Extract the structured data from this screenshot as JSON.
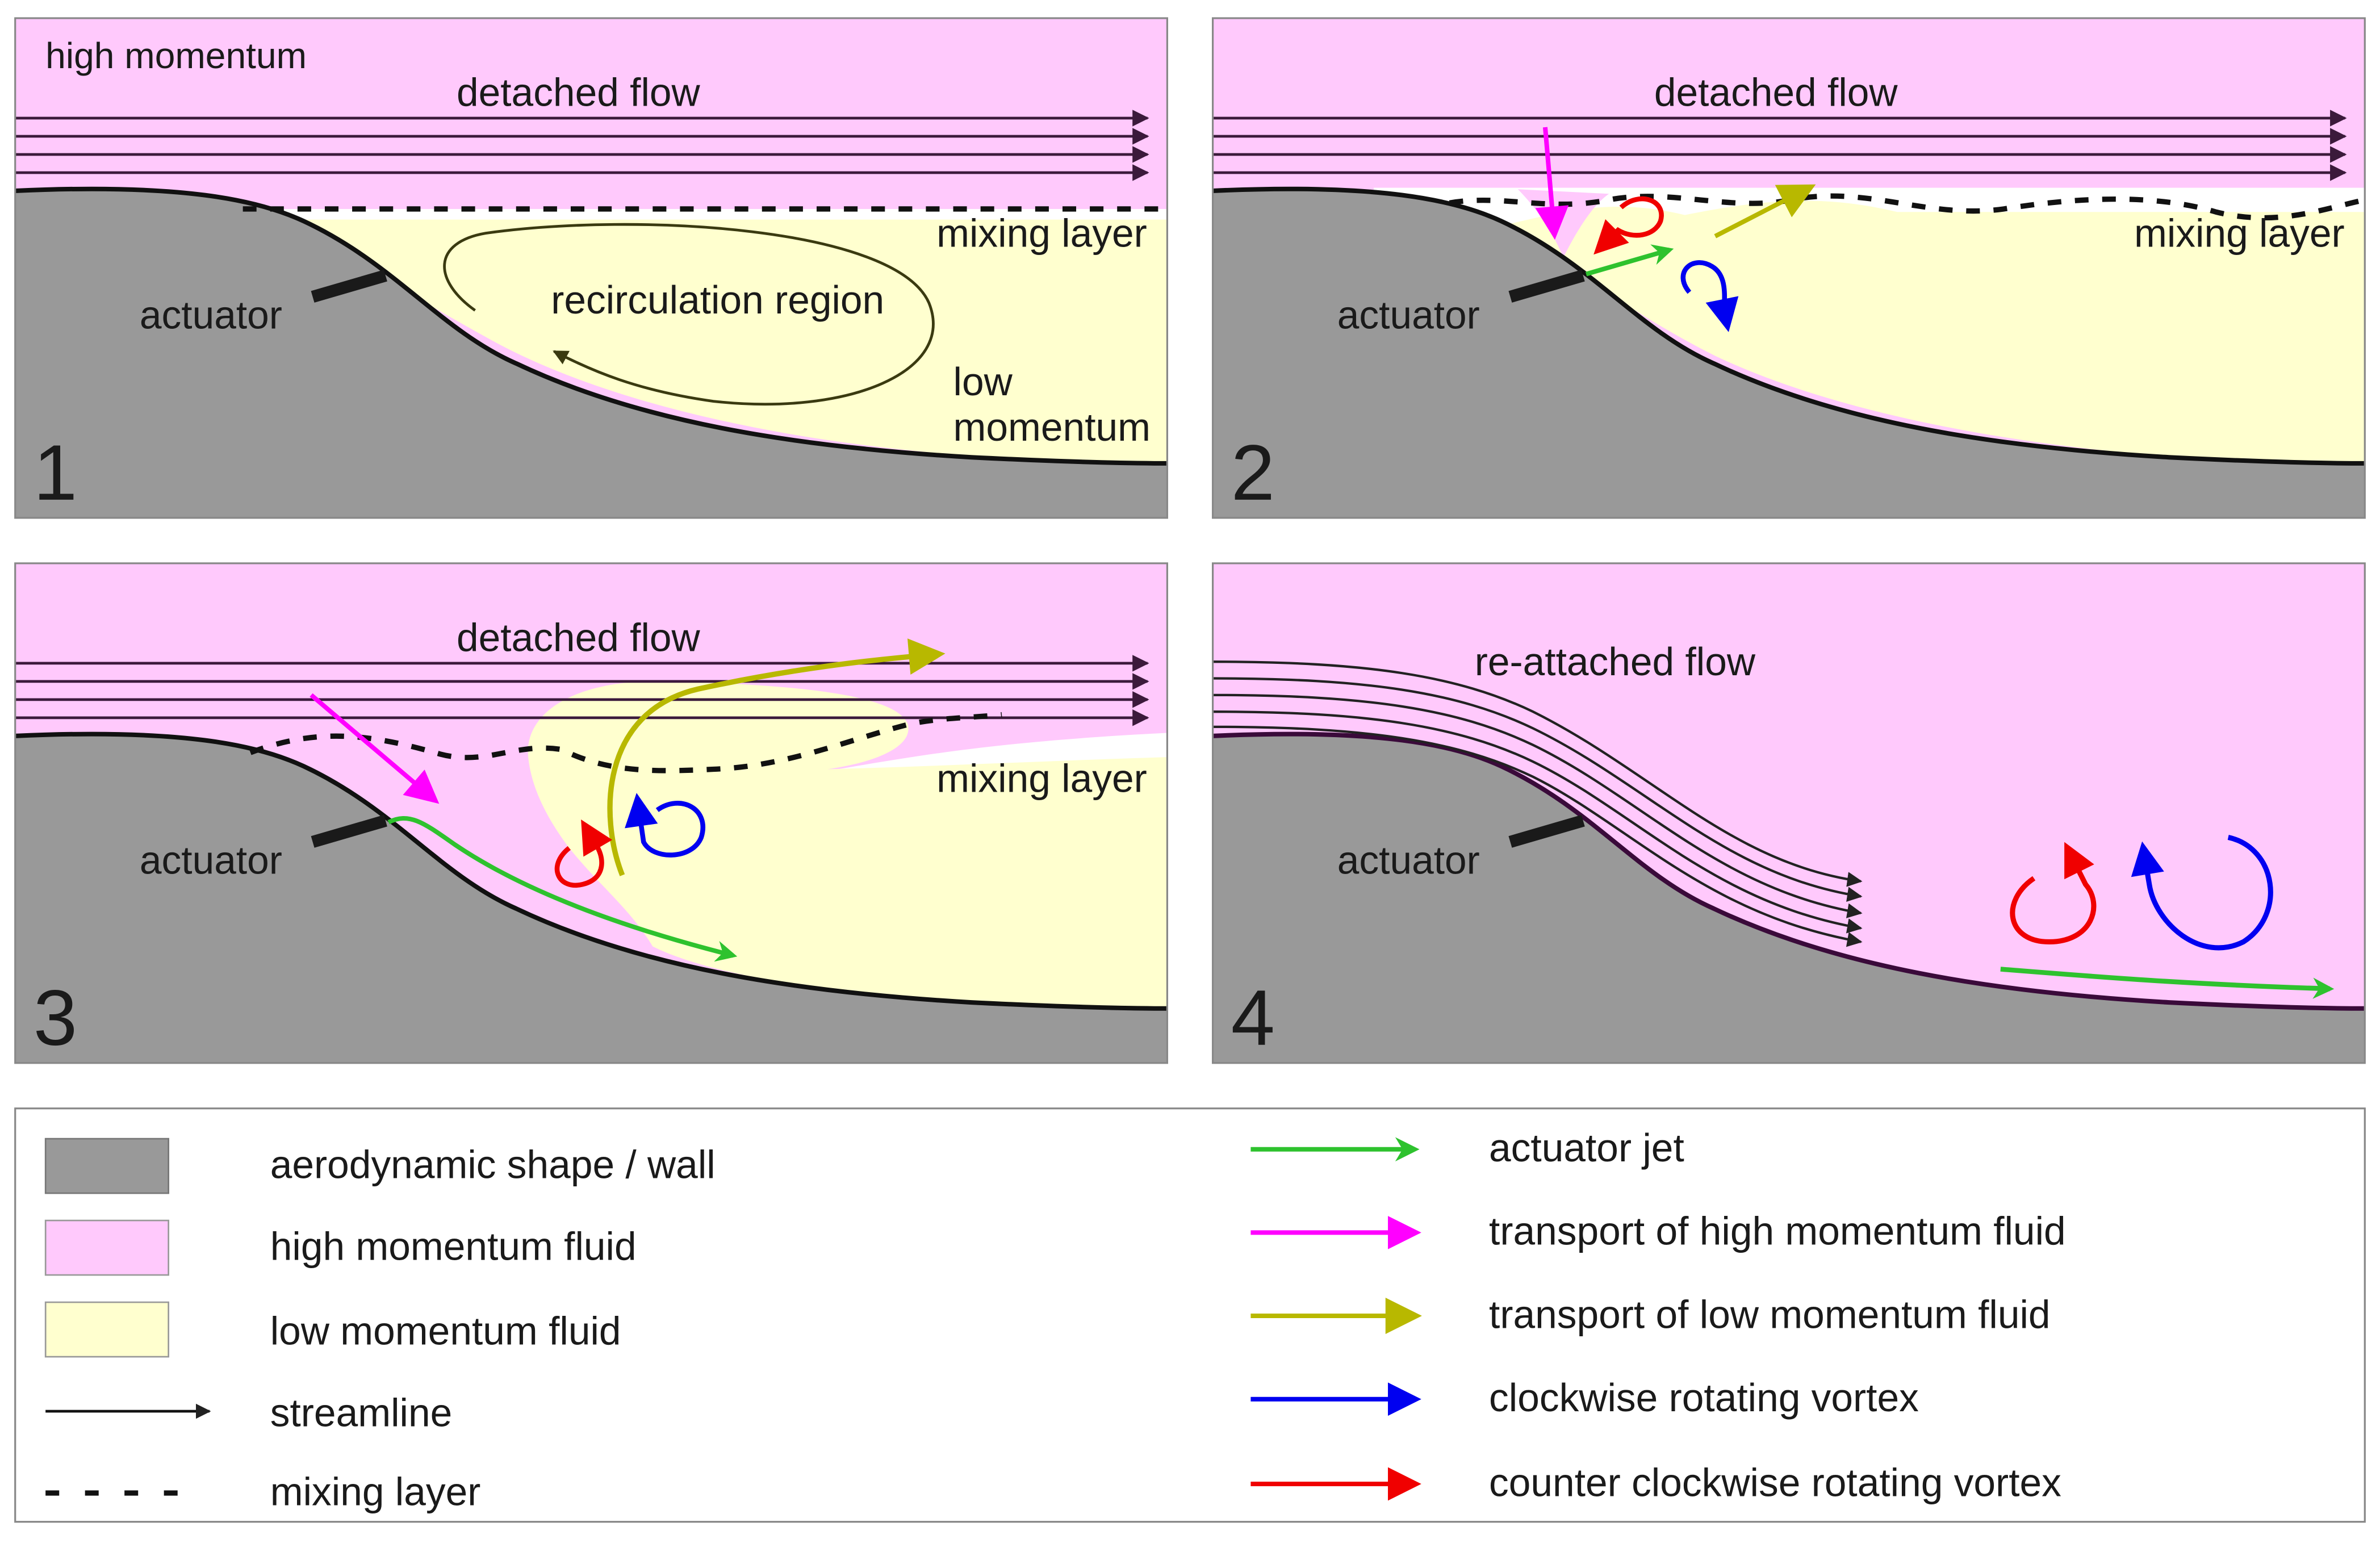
{
  "colors": {
    "wall": "#999999",
    "high_momentum": "#ffc9fc",
    "low_momentum": "#ffffcf",
    "streamline": "#3b1a3b",
    "actuator_jet": "#2ec22e",
    "transport_high": "#ff00ff",
    "transport_low": "#b8b800",
    "clockwise_vortex": "#0000f0",
    "counter_clockwise_vortex": "#f00000",
    "panel_border": "#888888"
  },
  "panels": [
    {
      "number": "1",
      "labels": {
        "high_momentum": "high momentum",
        "detached_flow": "detached flow",
        "mixing_layer": "mixing layer",
        "actuator": "actuator",
        "recirculation_region": "recirculation region",
        "low_momentum_line1": "low",
        "low_momentum_line2": "momentum"
      }
    },
    {
      "number": "2",
      "labels": {
        "detached_flow": "detached flow",
        "mixing_layer": "mixing layer",
        "actuator": "actuator"
      }
    },
    {
      "number": "3",
      "labels": {
        "detached_flow": "detached flow",
        "mixing_layer": "mixing layer",
        "actuator": "actuator"
      }
    },
    {
      "number": "4",
      "labels": {
        "reattached_flow": "re-attached flow",
        "actuator": "actuator"
      }
    }
  ],
  "legend": {
    "left": [
      {
        "swatch": "wall",
        "label": "aerodynamic shape / wall"
      },
      {
        "swatch": "high_momentum",
        "label": "high momentum fluid"
      },
      {
        "swatch": "low_momentum",
        "label": "low momentum fluid"
      },
      {
        "swatch": "streamline",
        "label": "streamline"
      },
      {
        "swatch": "mixing_layer",
        "label": "mixing layer"
      }
    ],
    "right": [
      {
        "swatch": "actuator_jet",
        "label": "actuator jet"
      },
      {
        "swatch": "transport_high",
        "label": "transport of high momentum fluid"
      },
      {
        "swatch": "transport_low",
        "label": "transport of low momentum fluid"
      },
      {
        "swatch": "clockwise_vortex",
        "label": "clockwise rotating vortex"
      },
      {
        "swatch": "counter_clockwise_vortex",
        "label": "counter clockwise rotating vortex"
      }
    ]
  }
}
